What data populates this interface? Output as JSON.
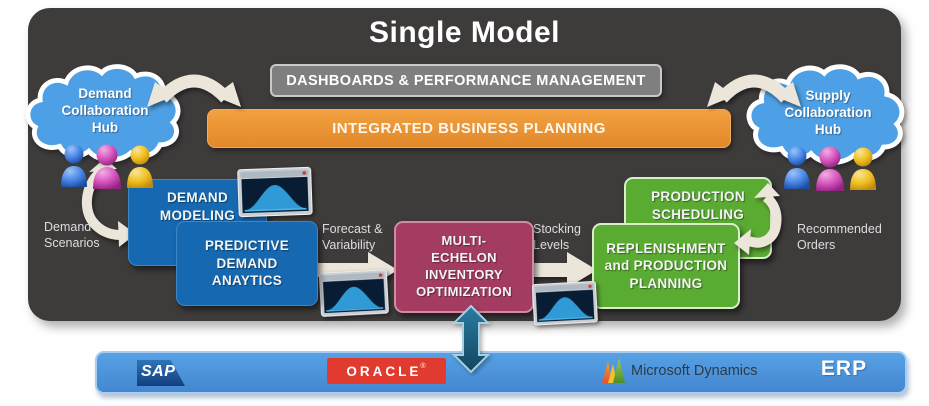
{
  "panel": {
    "title": "Single Model"
  },
  "bars": {
    "dashboards": "DASHBOARDS & PERFORMANCE MANAGEMENT",
    "integrated_business_planning": "INTEGRATED BUSINESS PLANNING"
  },
  "clouds": {
    "demand": "Demand\nCollaboration\nHub",
    "supply": "Supply\nCollaboration\nHub"
  },
  "process_boxes": {
    "demand_modeling": "DEMAND\nMODELING",
    "predictive_demand_analytics": "PREDICTIVE\nDEMAND\nANAYTICS",
    "multi_echelon": "MULTI-\nECHELON\nINVENTORY\nOPTIMIZATION",
    "replenishment": "REPLENISHMENT\nand PRODUCTION\nPLANNING",
    "production_scheduling": "PRODUCTION\nSCHEDULING"
  },
  "flow_labels": {
    "demand_scenarios": "Demand\nScenarios",
    "forecast_variability": "Forecast &\nVariability",
    "stocking_levels": "Stocking\nLevels",
    "recommended_orders": "Recommended\nOrders"
  },
  "erp_bar": {
    "sap_logo": "SAP",
    "oracle_logo": "ORACLE",
    "oracle_reg": "®",
    "microsoft_dynamics": "Microsoft Dynamics",
    "erp_label": "ERP"
  },
  "icons": {
    "monitor": "bell-curve-monitor-icon",
    "person": "person-icon",
    "cloud": "cloud-shape",
    "curved_arrow": "curved-double-arrow-icon",
    "flow_arrow": "right-arrow-icon",
    "erp_link_arrow": "vertical-double-arrow-icon"
  },
  "colors": {
    "panel_bg": "#3e3b3b",
    "dashboards_bar": "#7f7f7f",
    "ibp_bar": "#e8922f",
    "blue_box": "#1668b1",
    "maroon_box": "#a43c61",
    "green_box": "#5aab32",
    "cloud_blue": "#4da0e6",
    "erp_bar_blue": "#4a90d8",
    "arrow_cream": "#ebe6d9",
    "vertical_arrow": "#1d6285",
    "sap_blue": "#14599f",
    "oracle_red": "#e13b30"
  }
}
